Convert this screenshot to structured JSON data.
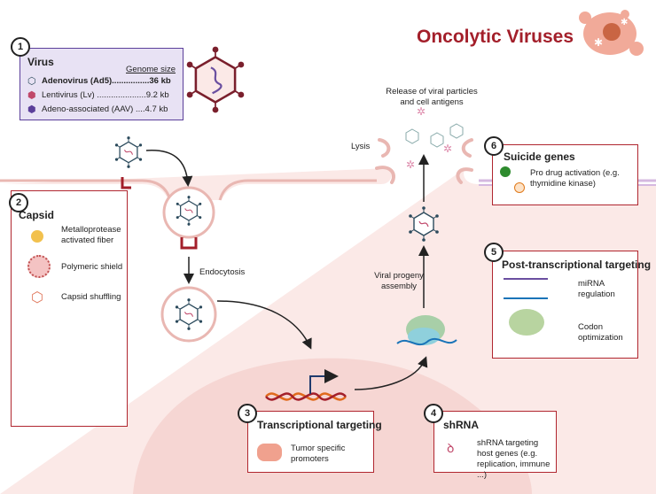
{
  "title": "Oncolytic Viruses",
  "virus_box": {
    "number": "1",
    "heading": "Virus",
    "column_header": "Genome size",
    "rows": [
      {
        "text": "Adenovirus (Ad5)................36 kb",
        "bold": true
      },
      {
        "text": "Lentivirus (Lv) .....................9.2 kb",
        "bold": false
      },
      {
        "text": "Adeno-associated (AAV) ....4.7 kb",
        "bold": false
      }
    ]
  },
  "capsid_box": {
    "number": "2",
    "heading": "Capsid",
    "items": [
      {
        "label": "Metalloprotease activated fiber",
        "icon": "metalloprotease-fiber-icon"
      },
      {
        "label": "Polymeric shield",
        "icon": "polymeric-shield-icon"
      },
      {
        "label": "Capsid shuffling",
        "icon": "capsid-shuffling-icon"
      }
    ]
  },
  "transcriptional_box": {
    "number": "3",
    "heading": "Transcriptional targeting",
    "item": "Tumor specific promoters"
  },
  "shrna_box": {
    "number": "4",
    "heading": "shRNA",
    "item": "shRNA targeting host genes (e.g. replication, immune ...)"
  },
  "post_transcriptional_box": {
    "number": "5",
    "heading": "Post-transcriptional targeting",
    "items": [
      {
        "label": "miRNA regulation",
        "icon": "mirna-icon"
      },
      {
        "label": "Codon optimization",
        "icon": "ribosome-icon"
      }
    ]
  },
  "suicide_box": {
    "number": "6",
    "heading": "Suicide genes",
    "item": "Pro drug activation (e.g. thymidine kinase)"
  },
  "labels": {
    "endocytosis": "Endocytosis",
    "lysis": "Lysis",
    "release": "Release of viral particles and cell antigens",
    "assembly": "Viral progeny assembly"
  },
  "colors": {
    "accent": "#a31f2a",
    "cell": "#fbe9e7",
    "nucleus": "#f6d6d3",
    "virus_box_bg": "#e8e2f4",
    "virus_box_border": "#5b3f9a"
  }
}
